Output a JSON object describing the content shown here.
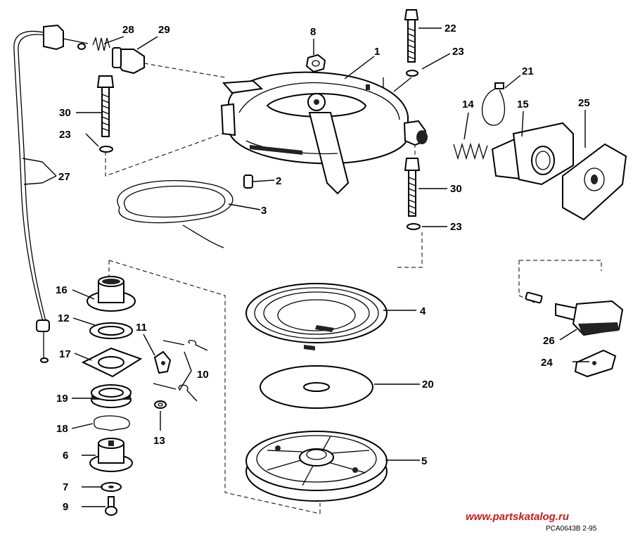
{
  "labels": {
    "p1": "1",
    "p2": "2",
    "p3": "3",
    "p4": "4",
    "p5": "5",
    "p6": "6",
    "p7": "7",
    "p8": "8",
    "p9": "9",
    "p10": "10",
    "p11": "11",
    "p12": "12",
    "p13": "13",
    "p14": "14",
    "p15": "15",
    "p16": "16",
    "p17": "17",
    "p18": "18",
    "p19": "19",
    "p20": "20",
    "p21": "21",
    "p22": "22",
    "p23a": "23",
    "p23b": "23",
    "p23c": "23",
    "p24": "24",
    "p25": "25",
    "p26": "26",
    "p27": "27",
    "p28": "28",
    "p29": "29",
    "p30a": "30",
    "p30b": "30"
  },
  "watermark": "www.partskatalog.ru",
  "drawing_code": "PCA0643B   2-95"
}
